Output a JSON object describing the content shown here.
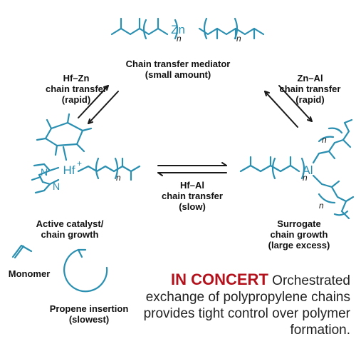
{
  "colors": {
    "chem": "#2a8fb0",
    "arrow": "#1a1a1a",
    "highlight": "#b3121c",
    "text": "#111111"
  },
  "zn_label": "Zn",
  "hf_label": "Hf",
  "hf_charge": "+",
  "al_label": "Al",
  "n_label": "N",
  "subscript_n": "n",
  "labels": {
    "mediator": [
      "Chain transfer mediator",
      "(small amount)"
    ],
    "hfzn": [
      "Hf–Zn",
      "chain transfer",
      "(rapid)"
    ],
    "znal": [
      "Zn–Al",
      "chain transfer",
      "(rapid)"
    ],
    "hfal": [
      "Hf–Al",
      "chain transfer",
      "(slow)"
    ],
    "active": [
      "Active catalyst/",
      "chain growth"
    ],
    "surrogate": [
      "Surrogate",
      "chain growth",
      "(large excess)"
    ],
    "monomer": "Monomer",
    "propene": [
      "Propene insertion",
      "(slowest)"
    ]
  },
  "caption": {
    "highlight": "IN CONCERT",
    "text": "Orchestrated exchange of polypropylene chains provides tight control over polymer formation."
  }
}
